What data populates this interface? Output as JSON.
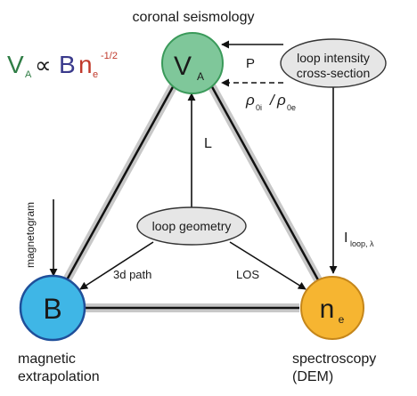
{
  "titles": {
    "top": "coronal seismology",
    "bottom_left_1": "magnetic",
    "bottom_left_2": "extrapolation",
    "bottom_right_1": "spectroscopy",
    "bottom_right_2": "(DEM)"
  },
  "formula": {
    "v": "V",
    "v_sub": "A",
    "prop": "∝",
    "b": "B",
    "n": "n",
    "n_sub": "e",
    "exp": "-1/2"
  },
  "nodes": {
    "va_main": "V",
    "va_sub": "A",
    "b": "B",
    "ne_main": "n",
    "ne_sub": "e"
  },
  "ellipses": {
    "loop_intensity_1": "loop intensity",
    "loop_intensity_2": "cross-section",
    "loop_geometry": "loop geometry"
  },
  "edge_labels": {
    "p": "P",
    "rho_1": "ρ",
    "rho_1_sub": "0i",
    "rho_slash": "/",
    "rho_2": "ρ",
    "rho_2_sub": "0e",
    "l": "L",
    "i_main": "I",
    "i_sub": "loop, λ",
    "path_3d": "3d path",
    "los": "LOS",
    "magnetogram": "magnetogram"
  },
  "colors": {
    "va_fill": "#7fc79a",
    "va_stroke": "#3a9a5a",
    "b_fill": "#3fb6e6",
    "b_stroke": "#1f4f9a",
    "ne_fill": "#f6b531",
    "ne_stroke": "#c5861a",
    "ellipse_fill": "#e6e6e6",
    "formula_v": "#2f7d45",
    "formula_b": "#3a3a8c",
    "formula_n": "#c0392b"
  }
}
